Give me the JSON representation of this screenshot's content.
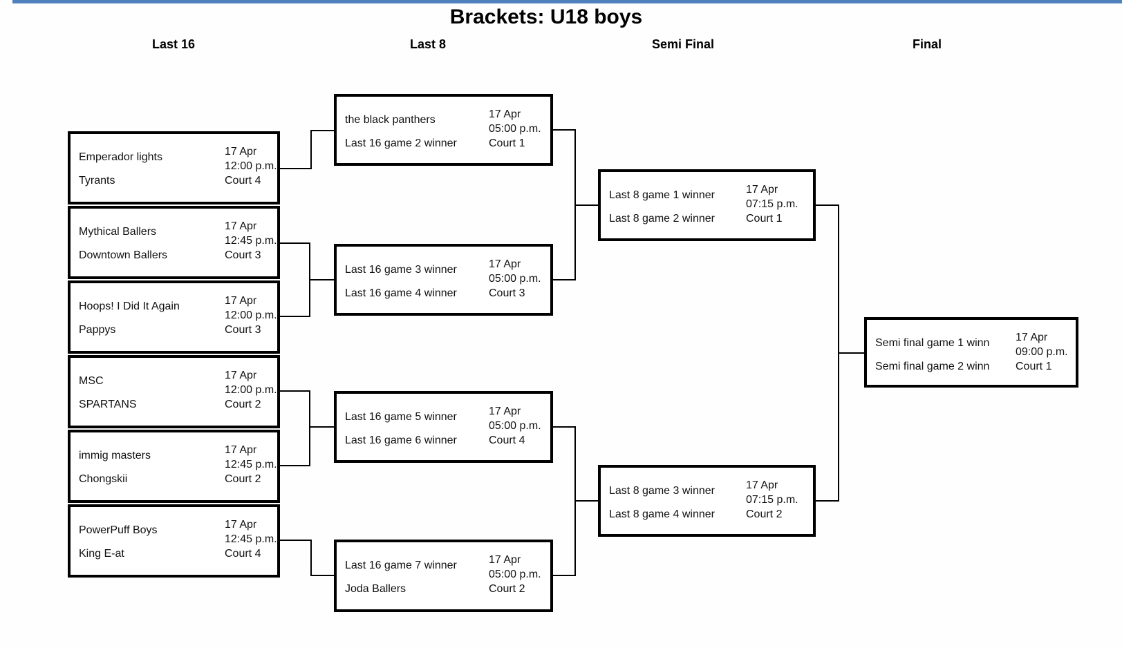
{
  "page": {
    "title": "Brackets: U18 boys",
    "accent_color": "#4f81bd"
  },
  "columns": [
    {
      "label": "Last 16"
    },
    {
      "label": "Last 8"
    },
    {
      "label": "Semi Final"
    },
    {
      "label": "Final"
    }
  ],
  "matches": {
    "last16": [
      {
        "team1": "Emperador lights",
        "team2": "Tyrants",
        "date": "17 Apr",
        "time": "12:00 p.m.",
        "court": "Court 4"
      },
      {
        "team1": "Mythical Ballers",
        "team2": "Downtown Ballers",
        "date": "17 Apr",
        "time": "12:45 p.m.",
        "court": "Court 3"
      },
      {
        "team1": "Hoops! I Did It Again",
        "team2": "Pappys",
        "date": "17 Apr",
        "time": "12:00 p.m.",
        "court": "Court 3"
      },
      {
        "team1": "MSC",
        "team2": "SPARTANS",
        "date": "17 Apr",
        "time": "12:00 p.m.",
        "court": "Court 2"
      },
      {
        "team1": "immig masters",
        "team2": "Chongskii",
        "date": "17 Apr",
        "time": "12:45 p.m.",
        "court": "Court 2"
      },
      {
        "team1": "PowerPuff Boys",
        "team2": "King E-at",
        "date": "17 Apr",
        "time": "12:45 p.m.",
        "court": "Court 4"
      }
    ],
    "last8": [
      {
        "team1": "the black panthers",
        "team2": "Last 16 game 2 winner",
        "date": "17 Apr",
        "time": "05:00 p.m.",
        "court": "Court 1"
      },
      {
        "team1": "Last 16 game 3 winner",
        "team2": "Last 16 game 4 winner",
        "date": "17 Apr",
        "time": "05:00 p.m.",
        "court": "Court 3"
      },
      {
        "team1": "Last 16 game 5 winner",
        "team2": "Last 16 game 6 winner",
        "date": "17 Apr",
        "time": "05:00 p.m.",
        "court": "Court 4"
      },
      {
        "team1": "Last 16 game 7 winner",
        "team2": "Joda Ballers",
        "date": "17 Apr",
        "time": "05:00 p.m.",
        "court": "Court 2"
      }
    ],
    "semifinal": [
      {
        "team1": "Last 8 game 1 winner",
        "team2": "Last 8 game 2 winner",
        "date": "17 Apr",
        "time": "07:15 p.m.",
        "court": "Court 1"
      },
      {
        "team1": "Last 8 game 3 winner",
        "team2": "Last 8 game 4 winner",
        "date": "17 Apr",
        "time": "07:15 p.m.",
        "court": "Court 2"
      }
    ],
    "final": [
      {
        "team1": "Semi final game 1 winn",
        "team2": "Semi final game 2 winn",
        "date": "17 Apr",
        "time": "09:00 p.m.",
        "court": "Court 1"
      }
    ]
  }
}
